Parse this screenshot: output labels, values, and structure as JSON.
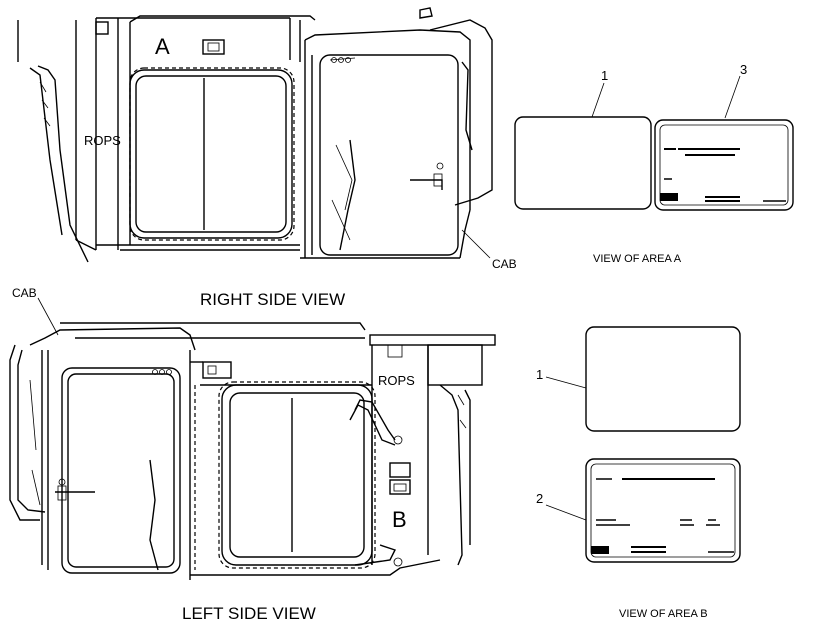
{
  "right_view": {
    "title": "RIGHT SIDE VIEW",
    "area_letter": "A",
    "rops_label": "ROPS",
    "cab_label": "CAB"
  },
  "left_view": {
    "title": "LEFT SIDE VIEW",
    "area_letter": "B",
    "rops_label": "ROPS",
    "cab_label": "CAB"
  },
  "area_a": {
    "title": "VIEW OF AREA A",
    "callout_1": "1",
    "callout_3": "3"
  },
  "area_b": {
    "title": "VIEW OF AREA B",
    "callout_1": "1",
    "callout_2": "2"
  }
}
